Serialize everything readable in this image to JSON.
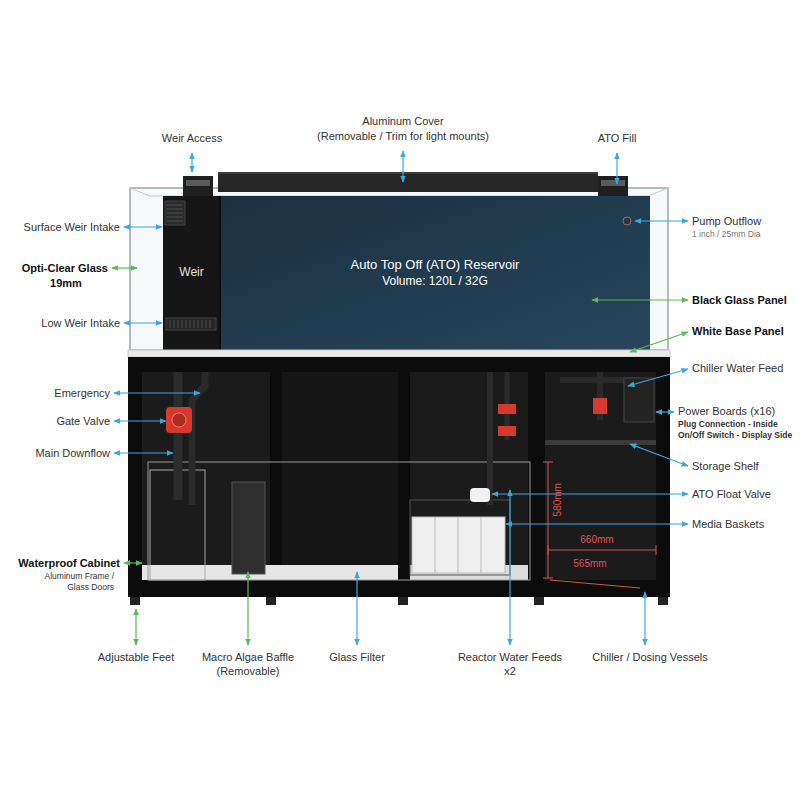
{
  "diagram": {
    "nodes": [
      {
        "text": [
          "Weir"
        ]
      },
      {
        "text": [
          "Auto Top Off (ATO) Reservoir",
          "Volume: 120L / 32G"
        ]
      }
    ],
    "labels": [
      "Weir Access",
      "Aluminum Cover",
      "(Removable / Trim for light mounts)",
      "ATO Fill",
      "Surface Weir Intake",
      "Pump Outflow",
      "1 inch / 25mm Dia",
      "Opti-Clear Glass",
      "19mm",
      "Low Weir Intake",
      "Black Glass Panel",
      "White Base Panel",
      "Chiller Water Feed",
      "Emergency",
      "Gate Valve",
      "Power Boards (x16)",
      "Plug Connection - Inside",
      "On/Off Switch - Display Side",
      "Main Downflow",
      "Storage Shelf",
      "580mm",
      "ATO Float Valve",
      "Media Baskets",
      "660mm",
      "565mm",
      "Waterproof Cabinet",
      "Aluminum Frame /",
      "Glass Doors",
      "Adjustable Feet",
      "Macro Algae Baffle",
      "(Removable)",
      "Glass Filter",
      "Reactor Water Feeds",
      "x2",
      "Chiller / Dosing Vessels"
    ]
  }
}
